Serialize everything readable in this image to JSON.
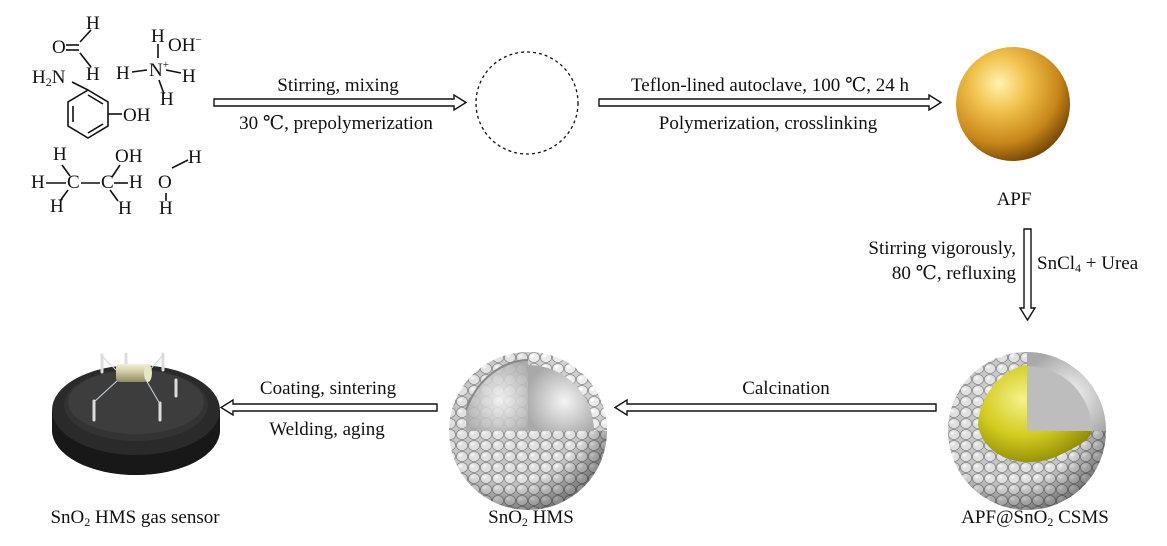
{
  "reactants": {
    "formaldehyde_h_top": "H",
    "formaldehyde_o": "O",
    "formaldehyde_h_bottom": "H",
    "aminophenol_nh2": "H",
    "aminophenol_nh2_sub": "2",
    "aminophenol_n": "N",
    "aminophenol_oh": "OH",
    "ammonium_h_top": "H",
    "ammonium_oh": "OH",
    "ammonium_oh_charge": "−",
    "ammonium_h_left": "H",
    "ammonium_n": "N",
    "ammonium_charge": "+",
    "ammonium_h_right": "H",
    "ammonium_h_bottom": "H",
    "ethanol_h1": "H",
    "ethanol_oh": "OH",
    "ethanol_h_left": "H",
    "ethanol_c1": "C",
    "ethanol_c2": "C",
    "ethanol_h_right": "H",
    "ethanol_h_bl": "H",
    "ethanol_h_br": "H",
    "water_h1": "H",
    "water_o": "O",
    "water_h2": "H"
  },
  "steps": {
    "step1_top": "Stirring, mixing",
    "step1_bottom": "30 ℃, prepolymerization",
    "step2_top": "Teflon-lined autoclave, 100 ℃, 24 h",
    "step2_bottom": "Polymerization, crosslinking",
    "step3_left_line1": "Stirring vigorously,",
    "step3_left_line2": "80 ℃, refluxing",
    "step3_right_a": "SnCl",
    "step3_right_sub": "4",
    "step3_right_b": " + Urea",
    "step4": "Calcination",
    "step5_top": "Coating, sintering",
    "step5_bottom": "Welding, aging"
  },
  "products": {
    "apf": "APF",
    "csms_a": "APF@SnO",
    "csms_sub": "2",
    "csms_b": " CSMS",
    "hms_a": "SnO",
    "hms_sub": "2",
    "hms_b": " HMS",
    "sensor_a": "SnO",
    "sensor_sub": "2",
    "sensor_b": " HMS gas sensor"
  },
  "colors": {
    "apf_sphere": "#e9a52a",
    "core": "#d9d21c",
    "shell": "#c9c9c9",
    "sensor_base": "#222222"
  }
}
